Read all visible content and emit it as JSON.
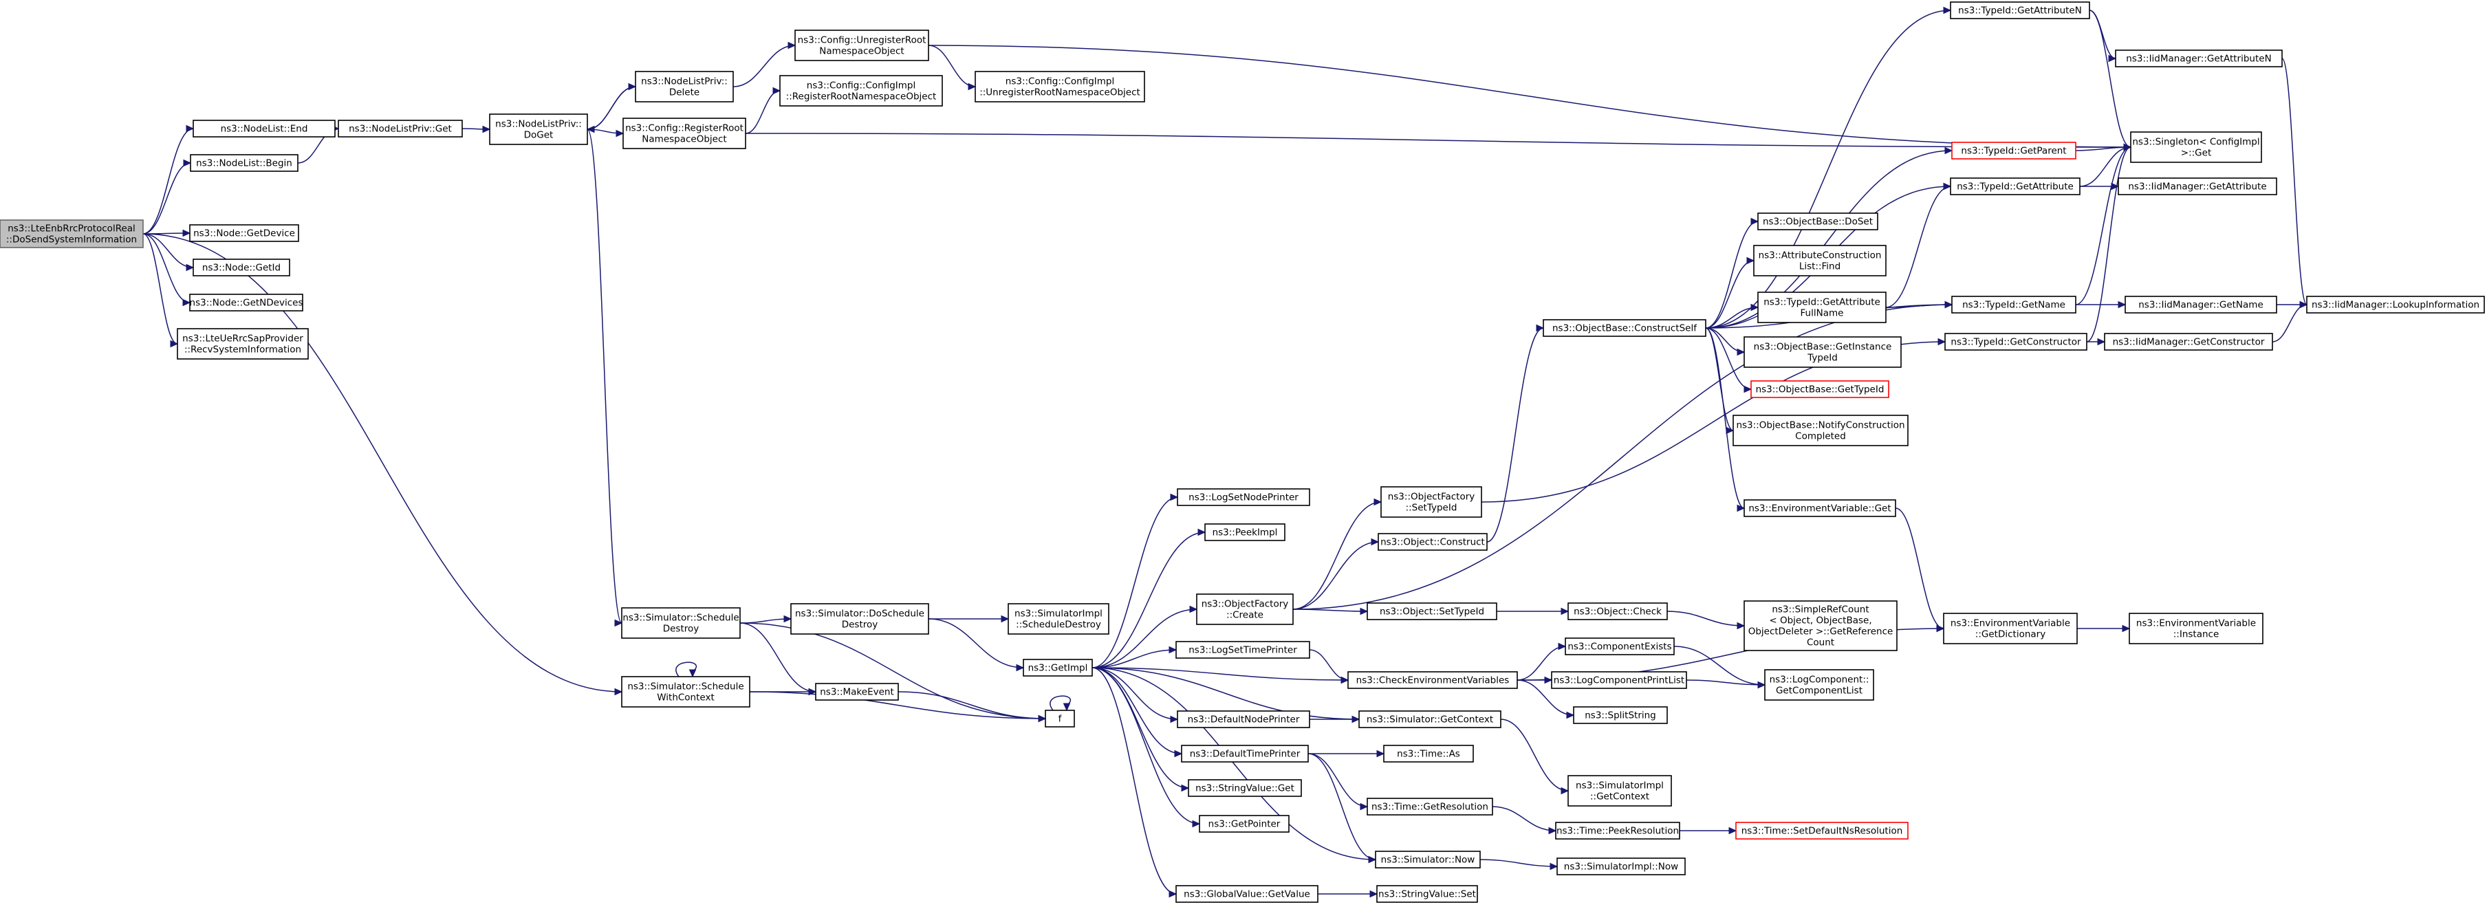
{
  "diagram": {
    "nodes": [
      {
        "id": "root",
        "lines": [
          "ns3::LteEnbRrcProtocolReal",
          "::DoSendSystemInformation"
        ],
        "style": "root"
      },
      {
        "id": "n1",
        "lines": [
          "ns3::NodeList::End"
        ]
      },
      {
        "id": "n2",
        "lines": [
          "ns3::NodeList::Begin"
        ]
      },
      {
        "id": "n3",
        "lines": [
          "ns3::NodeListPriv::Get"
        ]
      },
      {
        "id": "n4",
        "lines": [
          "ns3::NodeListPriv::",
          "DoGet"
        ]
      },
      {
        "id": "n5",
        "lines": [
          "ns3::NodeListPriv::",
          "Delete"
        ]
      },
      {
        "id": "n6",
        "lines": [
          "ns3::Config::UnregisterRoot",
          "NamespaceObject"
        ]
      },
      {
        "id": "n7",
        "lines": [
          "ns3::Config::ConfigImpl",
          "::RegisterRootNamespaceObject"
        ]
      },
      {
        "id": "n8",
        "lines": [
          "ns3::Config::ConfigImpl",
          "::UnregisterRootNamespaceObject"
        ]
      },
      {
        "id": "n9",
        "lines": [
          "ns3::Config::RegisterRoot",
          "NamespaceObject"
        ]
      },
      {
        "id": "n10",
        "lines": [
          "ns3::Node::GetDevice"
        ]
      },
      {
        "id": "n11",
        "lines": [
          "ns3::Node::GetId"
        ]
      },
      {
        "id": "n12",
        "lines": [
          "ns3::Node::GetNDevices"
        ]
      },
      {
        "id": "n13",
        "lines": [
          "ns3::LteUeRrcSapProvider",
          "::RecvSystemInformation"
        ]
      },
      {
        "id": "n14",
        "lines": [
          "ns3::Simulator::Schedule",
          "Destroy"
        ]
      },
      {
        "id": "n15",
        "lines": [
          "ns3::Simulator::Schedule",
          "WithContext"
        ]
      },
      {
        "id": "n16",
        "lines": [
          "ns3::Simulator::DoSchedule",
          "Destroy"
        ]
      },
      {
        "id": "n17",
        "lines": [
          "ns3::MakeEvent"
        ]
      },
      {
        "id": "n18",
        "lines": [
          "f"
        ]
      },
      {
        "id": "n19",
        "lines": [
          "ns3::SimulatorImpl",
          "::ScheduleDestroy"
        ]
      },
      {
        "id": "n20",
        "lines": [
          "ns3::GetImpl"
        ]
      },
      {
        "id": "n21",
        "lines": [
          "ns3::LogSetNodePrinter"
        ]
      },
      {
        "id": "n22",
        "lines": [
          "ns3::PeekImpl"
        ]
      },
      {
        "id": "n23",
        "lines": [
          "ns3::ObjectFactory",
          "::Create"
        ]
      },
      {
        "id": "n24",
        "lines": [
          "ns3::LogSetTimePrinter"
        ]
      },
      {
        "id": "n25",
        "lines": [
          "ns3::DefaultNodePrinter"
        ]
      },
      {
        "id": "n26",
        "lines": [
          "ns3::DefaultTimePrinter"
        ]
      },
      {
        "id": "n27",
        "lines": [
          "ns3::StringValue::Get"
        ]
      },
      {
        "id": "n28",
        "lines": [
          "ns3::GetPointer"
        ]
      },
      {
        "id": "n29",
        "lines": [
          "ns3::GlobalValue::GetValue"
        ]
      },
      {
        "id": "n30",
        "lines": [
          "ns3::ObjectFactory",
          "::SetTypeId"
        ]
      },
      {
        "id": "n31",
        "lines": [
          "ns3::Object::Construct"
        ]
      },
      {
        "id": "n32",
        "lines": [
          "ns3::Object::SetTypeId"
        ]
      },
      {
        "id": "n33",
        "lines": [
          "ns3::CheckEnvironmentVariables"
        ]
      },
      {
        "id": "n34",
        "lines": [
          "ns3::Simulator::GetContext"
        ]
      },
      {
        "id": "n35",
        "lines": [
          "ns3::Time::As"
        ]
      },
      {
        "id": "n36",
        "lines": [
          "ns3::Time::GetResolution"
        ]
      },
      {
        "id": "n37",
        "lines": [
          "ns3::Simulator::Now"
        ]
      },
      {
        "id": "n38",
        "lines": [
          "ns3::StringValue::Set"
        ]
      },
      {
        "id": "n39",
        "lines": [
          "ns3::ObjectBase::ConstructSelf"
        ]
      },
      {
        "id": "n40",
        "lines": [
          "ns3::Object::Check"
        ]
      },
      {
        "id": "n41",
        "lines": [
          "ns3::ComponentExists"
        ]
      },
      {
        "id": "n42",
        "lines": [
          "ns3::LogComponentPrintList"
        ]
      },
      {
        "id": "n43",
        "lines": [
          "ns3::SplitString"
        ]
      },
      {
        "id": "n44",
        "lines": [
          "ns3::SimulatorImpl",
          "::GetContext"
        ]
      },
      {
        "id": "n45",
        "lines": [
          "ns3::Time::PeekResolution"
        ]
      },
      {
        "id": "n46",
        "lines": [
          "ns3::SimulatorImpl::Now"
        ]
      },
      {
        "id": "n47",
        "lines": [
          "ns3::SimpleRefCount",
          "< Object, ObjectBase,",
          "ObjectDeleter >::GetReference",
          "Count"
        ]
      },
      {
        "id": "n48",
        "lines": [
          "ns3::LogComponent::",
          "GetComponentList"
        ]
      },
      {
        "id": "n49",
        "lines": [
          "ns3::Time::SetDefaultNsResolution"
        ],
        "style": "red"
      },
      {
        "id": "n50",
        "lines": [
          "ns3::TypeId::GetAttributeN"
        ]
      },
      {
        "id": "n51",
        "lines": [
          "ns3::TypeId::GetParent"
        ],
        "style": "red"
      },
      {
        "id": "n52",
        "lines": [
          "ns3::TypeId::GetAttribute"
        ]
      },
      {
        "id": "n53",
        "lines": [
          "ns3::ObjectBase::DoSet"
        ]
      },
      {
        "id": "n54",
        "lines": [
          "ns3::AttributeConstruction",
          "List::Find"
        ]
      },
      {
        "id": "n55",
        "lines": [
          "ns3::TypeId::GetAttribute",
          "FullName"
        ]
      },
      {
        "id": "n56",
        "lines": [
          "ns3::ObjectBase::GetInstance",
          "TypeId"
        ]
      },
      {
        "id": "n57",
        "lines": [
          "ns3::ObjectBase::GetTypeId"
        ],
        "style": "red"
      },
      {
        "id": "n58",
        "lines": [
          "ns3::ObjectBase::NotifyConstruction",
          "Completed"
        ]
      },
      {
        "id": "n59",
        "lines": [
          "ns3::EnvironmentVariable::Get"
        ]
      },
      {
        "id": "n60",
        "lines": [
          "ns3::TypeId::GetName"
        ]
      },
      {
        "id": "n61",
        "lines": [
          "ns3::TypeId::GetConstructor"
        ]
      },
      {
        "id": "n62",
        "lines": [
          "ns3::EnvironmentVariable",
          "::GetDictionary"
        ]
      },
      {
        "id": "n63",
        "lines": [
          "ns3::IidManager::GetAttributeN"
        ]
      },
      {
        "id": "n64",
        "lines": [
          "ns3::Singleton< ConfigImpl",
          ">::Get"
        ]
      },
      {
        "id": "n65",
        "lines": [
          "ns3::IidManager::GetAttribute"
        ]
      },
      {
        "id": "n66",
        "lines": [
          "ns3::IidManager::GetName"
        ]
      },
      {
        "id": "n67",
        "lines": [
          "ns3::IidManager::GetConstructor"
        ]
      },
      {
        "id": "n68",
        "lines": [
          "ns3::IidManager::LookupInformation"
        ]
      },
      {
        "id": "n69",
        "lines": [
          "ns3::EnvironmentVariable",
          "::Instance"
        ]
      }
    ],
    "edges": [
      [
        "root",
        "n1"
      ],
      [
        "root",
        "n2"
      ],
      [
        "root",
        "n10"
      ],
      [
        "root",
        "n11"
      ],
      [
        "root",
        "n12"
      ],
      [
        "root",
        "n13"
      ],
      [
        "root",
        "n15"
      ],
      [
        "n1",
        "n3"
      ],
      [
        "n2",
        "n3"
      ],
      [
        "n3",
        "n4"
      ],
      [
        "n4",
        "n5"
      ],
      [
        "n4",
        "n9"
      ],
      [
        "n4",
        "n14"
      ],
      [
        "n5",
        "n6"
      ],
      [
        "n5",
        "n4"
      ],
      [
        "n6",
        "n8"
      ],
      [
        "n6",
        "n64"
      ],
      [
        "n9",
        "n7"
      ],
      [
        "n9",
        "n64"
      ],
      [
        "n14",
        "n16"
      ],
      [
        "n14",
        "n17"
      ],
      [
        "n14",
        "n18"
      ],
      [
        "n15",
        "n15"
      ],
      [
        "n15",
        "n17"
      ],
      [
        "n15",
        "n18"
      ],
      [
        "n16",
        "n19"
      ],
      [
        "n16",
        "n20"
      ],
      [
        "n17",
        "n18"
      ],
      [
        "n18",
        "n18"
      ],
      [
        "n20",
        "n21"
      ],
      [
        "n20",
        "n22"
      ],
      [
        "n20",
        "n23"
      ],
      [
        "n20",
        "n24"
      ],
      [
        "n20",
        "n25"
      ],
      [
        "n20",
        "n26"
      ],
      [
        "n20",
        "n27"
      ],
      [
        "n20",
        "n28"
      ],
      [
        "n20",
        "n29"
      ],
      [
        "n20",
        "n33"
      ],
      [
        "n20",
        "n34"
      ],
      [
        "n20",
        "n37"
      ],
      [
        "n23",
        "n30"
      ],
      [
        "n23",
        "n31"
      ],
      [
        "n23",
        "n32"
      ],
      [
        "n23",
        "n60"
      ],
      [
        "n24",
        "n33"
      ],
      [
        "n25",
        "n34"
      ],
      [
        "n26",
        "n35"
      ],
      [
        "n26",
        "n36"
      ],
      [
        "n26",
        "n37"
      ],
      [
        "n29",
        "n38"
      ],
      [
        "n30",
        "n61"
      ],
      [
        "n31",
        "n39"
      ],
      [
        "n32",
        "n40"
      ],
      [
        "n33",
        "n41"
      ],
      [
        "n33",
        "n42"
      ],
      [
        "n33",
        "n43"
      ],
      [
        "n33",
        "n62"
      ],
      [
        "n34",
        "n44"
      ],
      [
        "n36",
        "n45"
      ],
      [
        "n37",
        "n46"
      ],
      [
        "n40",
        "n47"
      ],
      [
        "n41",
        "n48"
      ],
      [
        "n42",
        "n48"
      ],
      [
        "n45",
        "n49"
      ],
      [
        "n39",
        "n50"
      ],
      [
        "n39",
        "n51"
      ],
      [
        "n39",
        "n52"
      ],
      [
        "n39",
        "n53"
      ],
      [
        "n39",
        "n54"
      ],
      [
        "n39",
        "n55"
      ],
      [
        "n39",
        "n56"
      ],
      [
        "n39",
        "n57"
      ],
      [
        "n39",
        "n58"
      ],
      [
        "n39",
        "n59"
      ],
      [
        "n39",
        "n60"
      ],
      [
        "n50",
        "n63"
      ],
      [
        "n50",
        "n64"
      ],
      [
        "n51",
        "n64"
      ],
      [
        "n52",
        "n64"
      ],
      [
        "n52",
        "n65"
      ],
      [
        "n55",
        "n52"
      ],
      [
        "n55",
        "n60"
      ],
      [
        "n59",
        "n62"
      ],
      [
        "n60",
        "n64"
      ],
      [
        "n60",
        "n66"
      ],
      [
        "n61",
        "n64"
      ],
      [
        "n61",
        "n67"
      ],
      [
        "n62",
        "n69"
      ],
      [
        "n63",
        "n68"
      ],
      [
        "n66",
        "n68"
      ],
      [
        "n67",
        "n68"
      ]
    ]
  }
}
